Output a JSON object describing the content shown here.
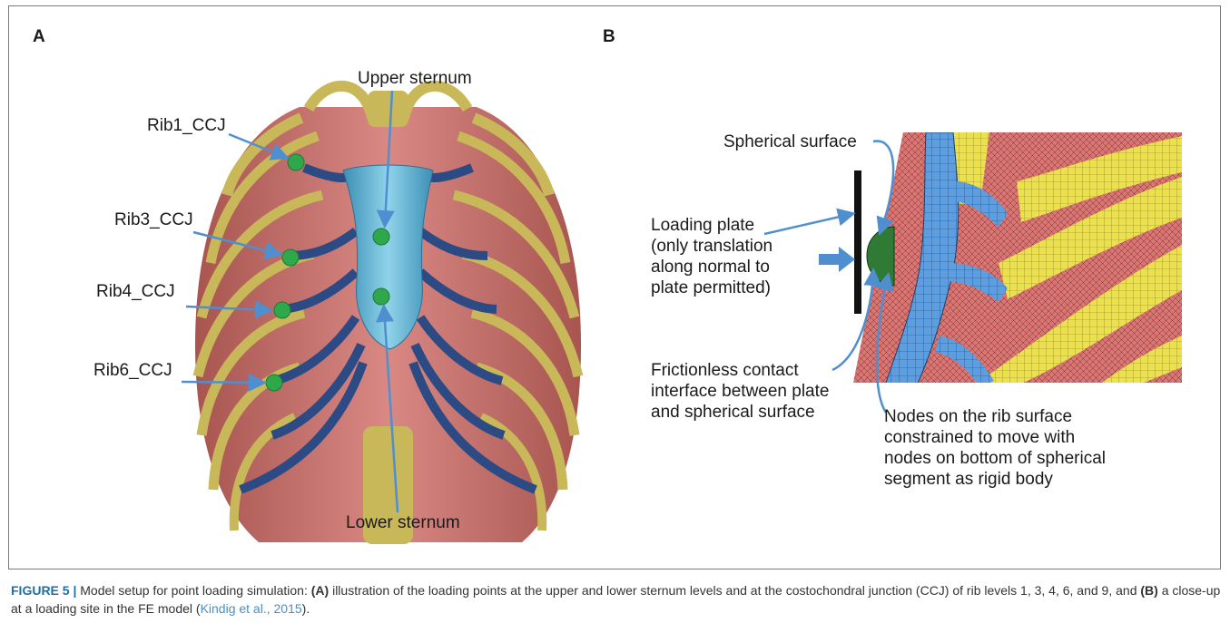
{
  "panels": {
    "a": {
      "letter": "A",
      "labels": {
        "upper_sternum": "Upper sternum",
        "lower_sternum": "Lower sternum",
        "rib1": "Rib1_CCJ",
        "rib3": "Rib3_CCJ",
        "rib4": "Rib4_CCJ",
        "rib6": "Rib6_CCJ"
      }
    },
    "b": {
      "letter": "B",
      "labels": {
        "spherical_surface": "Spherical surface",
        "loading_plate": [
          "Loading plate",
          "(only translation",
          "along normal to",
          "plate permitted)"
        ],
        "frictionless": [
          "Frictionless contact",
          "interface between plate",
          "and spherical surface"
        ],
        "nodes": [
          "Nodes on the rib surface",
          "constrained to move with",
          "nodes on bottom of spherical",
          "segment as rigid body"
        ]
      }
    }
  },
  "caption": {
    "figure_label": "FIGURE 5 |",
    "text_1": " Model setup for point loading simulation: ",
    "part_a": "(A)",
    "text_2": " illustration of the loading points at the upper and lower sternum levels and at the costochondral junction (CCJ) of rib levels 1, 3, 4, 6, and 9, and ",
    "part_b": "(B)",
    "text_3": " a close-up at a loading site in the FE model (",
    "reference": "Kindig et al., 2015",
    "text_4": ")."
  },
  "colors": {
    "rib_bone": "#c9b85a",
    "rib_tissue": "#c9706c",
    "cartilage": "#2c4a84",
    "sternum": "#5aa8c8",
    "marker": "#2ea84a",
    "arrow": "#4f8fcf",
    "mesh_yellow": "#e8de4a",
    "mesh_red": "#d76d6a",
    "mesh_blue": "#5a9ad8"
  }
}
